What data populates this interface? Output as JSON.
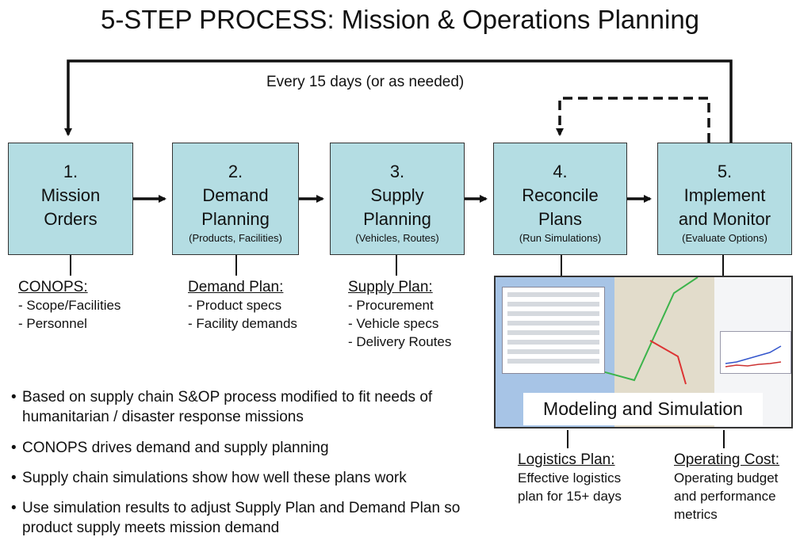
{
  "title": "5-STEP PROCESS: Mission & Operations Planning",
  "cycle_label": "Every 15 days (or as needed)",
  "steps": [
    {
      "num": "1.",
      "line1": "Mission",
      "line2": "Orders",
      "sub": ""
    },
    {
      "num": "2.",
      "line1": "Demand",
      "line2": "Planning",
      "sub": "(Products, Facilities)"
    },
    {
      "num": "3.",
      "line1": "Supply",
      "line2": "Planning",
      "sub": "(Vehicles, Routes)"
    },
    {
      "num": "4.",
      "line1": "Reconcile",
      "line2": "Plans",
      "sub": "(Run Simulations)"
    },
    {
      "num": "5.",
      "line1": "Implement",
      "line2": "and Monitor",
      "sub": "(Evaluate Options)"
    }
  ],
  "conops": {
    "heading": "CONOPS:",
    "items": [
      "- Scope/Facilities",
      "- Personnel"
    ]
  },
  "demand_plan": {
    "heading": "Demand Plan:",
    "items": [
      "- Product specs",
      "- Facility demands"
    ]
  },
  "supply_plan": {
    "heading": "Supply Plan:",
    "items": [
      "- Procurement",
      "- Vehicle specs",
      "- Delivery Routes"
    ]
  },
  "simulation": {
    "caption": "Modeling and Simulation"
  },
  "logistics_plan": {
    "heading": "Logistics Plan:",
    "items": [
      "Effective logistics",
      "plan for 15+ days"
    ]
  },
  "operating_cost": {
    "heading": "Operating Cost:",
    "items": [
      "Operating budget",
      "and performance",
      "metrics"
    ]
  },
  "bullets": [
    "Based on supply chain S&OP process modified to fit needs of humanitarian / disaster response missions",
    "CONOPS drives demand and supply planning",
    "Supply chain simulations show how well these plans work",
    "Use simulation results to adjust Supply Plan and Demand Plan so product supply meets mission demand"
  ]
}
